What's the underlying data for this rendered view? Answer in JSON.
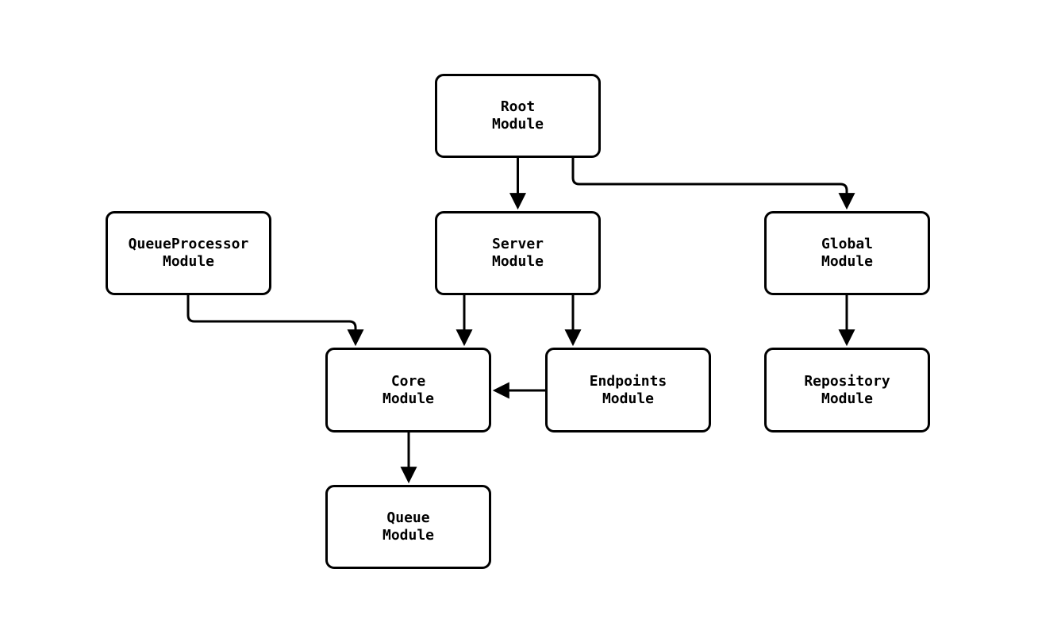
{
  "diagram": {
    "type": "module-dependency-graph",
    "background_color": "#ffffff",
    "node_fill_color": "#ffffff",
    "node_border_color": "#000000",
    "edge_color": "#000000",
    "nodes": [
      {
        "id": "root",
        "label": "Root\nModule"
      },
      {
        "id": "queueprocessor",
        "label": "QueueProcessor\nModule"
      },
      {
        "id": "server",
        "label": "Server\nModule"
      },
      {
        "id": "global",
        "label": "Global\nModule"
      },
      {
        "id": "core",
        "label": "Core\nModule"
      },
      {
        "id": "endpoints",
        "label": "Endpoints\nModule"
      },
      {
        "id": "repository",
        "label": "Repository\nModule"
      },
      {
        "id": "queue",
        "label": "Queue\nModule"
      }
    ],
    "edges": [
      {
        "from": "root",
        "to": "server"
      },
      {
        "from": "root",
        "to": "global"
      },
      {
        "from": "queueprocessor",
        "to": "core"
      },
      {
        "from": "server",
        "to": "core"
      },
      {
        "from": "server",
        "to": "endpoints"
      },
      {
        "from": "endpoints",
        "to": "core"
      },
      {
        "from": "global",
        "to": "repository"
      },
      {
        "from": "core",
        "to": "queue"
      }
    ]
  }
}
